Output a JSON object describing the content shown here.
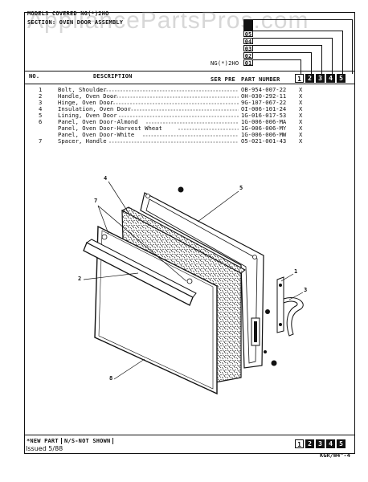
{
  "watermark": "AppliancePartsPros.com",
  "header": {
    "models_label": "MODELS COVERED",
    "model_code_top": "NG(*)2HO",
    "section_label": "SECTION: OVEN DOOR ASSEMBLY",
    "model_code_mid": "NG(*)2HO",
    "variant_codes": [
      "05",
      "04",
      "03",
      "02",
      "01"
    ]
  },
  "columns": {
    "no": "NO.",
    "description": "DESCRIPTION",
    "ser_pre": "SER PRE",
    "part_number": "PART NUMBER",
    "group_numbers": [
      "1",
      "2",
      "3",
      "4",
      "5"
    ]
  },
  "parts": [
    {
      "no": "1",
      "desc": "Bolt, Shoulder",
      "part": "OB-954-007-22",
      "mark": "X"
    },
    {
      "no": "2",
      "desc": "Handle, Oven Door",
      "part": "OH-030-292-11",
      "mark": "X"
    },
    {
      "no": "3",
      "desc": "Hinge, Oven Door",
      "part": "9G-107-067-22",
      "mark": "X"
    },
    {
      "no": "4",
      "desc": "Insulation, Oven Door",
      "part": "OI-006-101-24",
      "mark": "X"
    },
    {
      "no": "5",
      "desc": "Lining, Oven Door",
      "part": "1G-016-017-53",
      "mark": "X"
    },
    {
      "no": "6",
      "desc": "Panel, Oven Door-Almond",
      "part": "1G-006-006-MA",
      "mark": "X"
    },
    {
      "no": "",
      "desc": "Panel, Oven Door-Harvest Wheat",
      "part": "1G-006-006-MY",
      "mark": "X"
    },
    {
      "no": "",
      "desc": "Panel, Oven Door-White",
      "part": "1G-006-006-MW",
      "mark": "X"
    },
    {
      "no": "7",
      "desc": "Spacer, Handle",
      "part": "O5-021-001-43",
      "mark": "X"
    }
  ],
  "callouts": [
    "4",
    "5",
    "7",
    "1",
    "3",
    "2",
    "8"
  ],
  "footer": {
    "new_part": "*NEW PART",
    "not_shown": "N/S-NOT SHOWN",
    "issued": "Issued 5/88",
    "page_code": "KGR/W4\"-4",
    "group_numbers": [
      "1",
      "2",
      "3",
      "4",
      "5"
    ]
  }
}
